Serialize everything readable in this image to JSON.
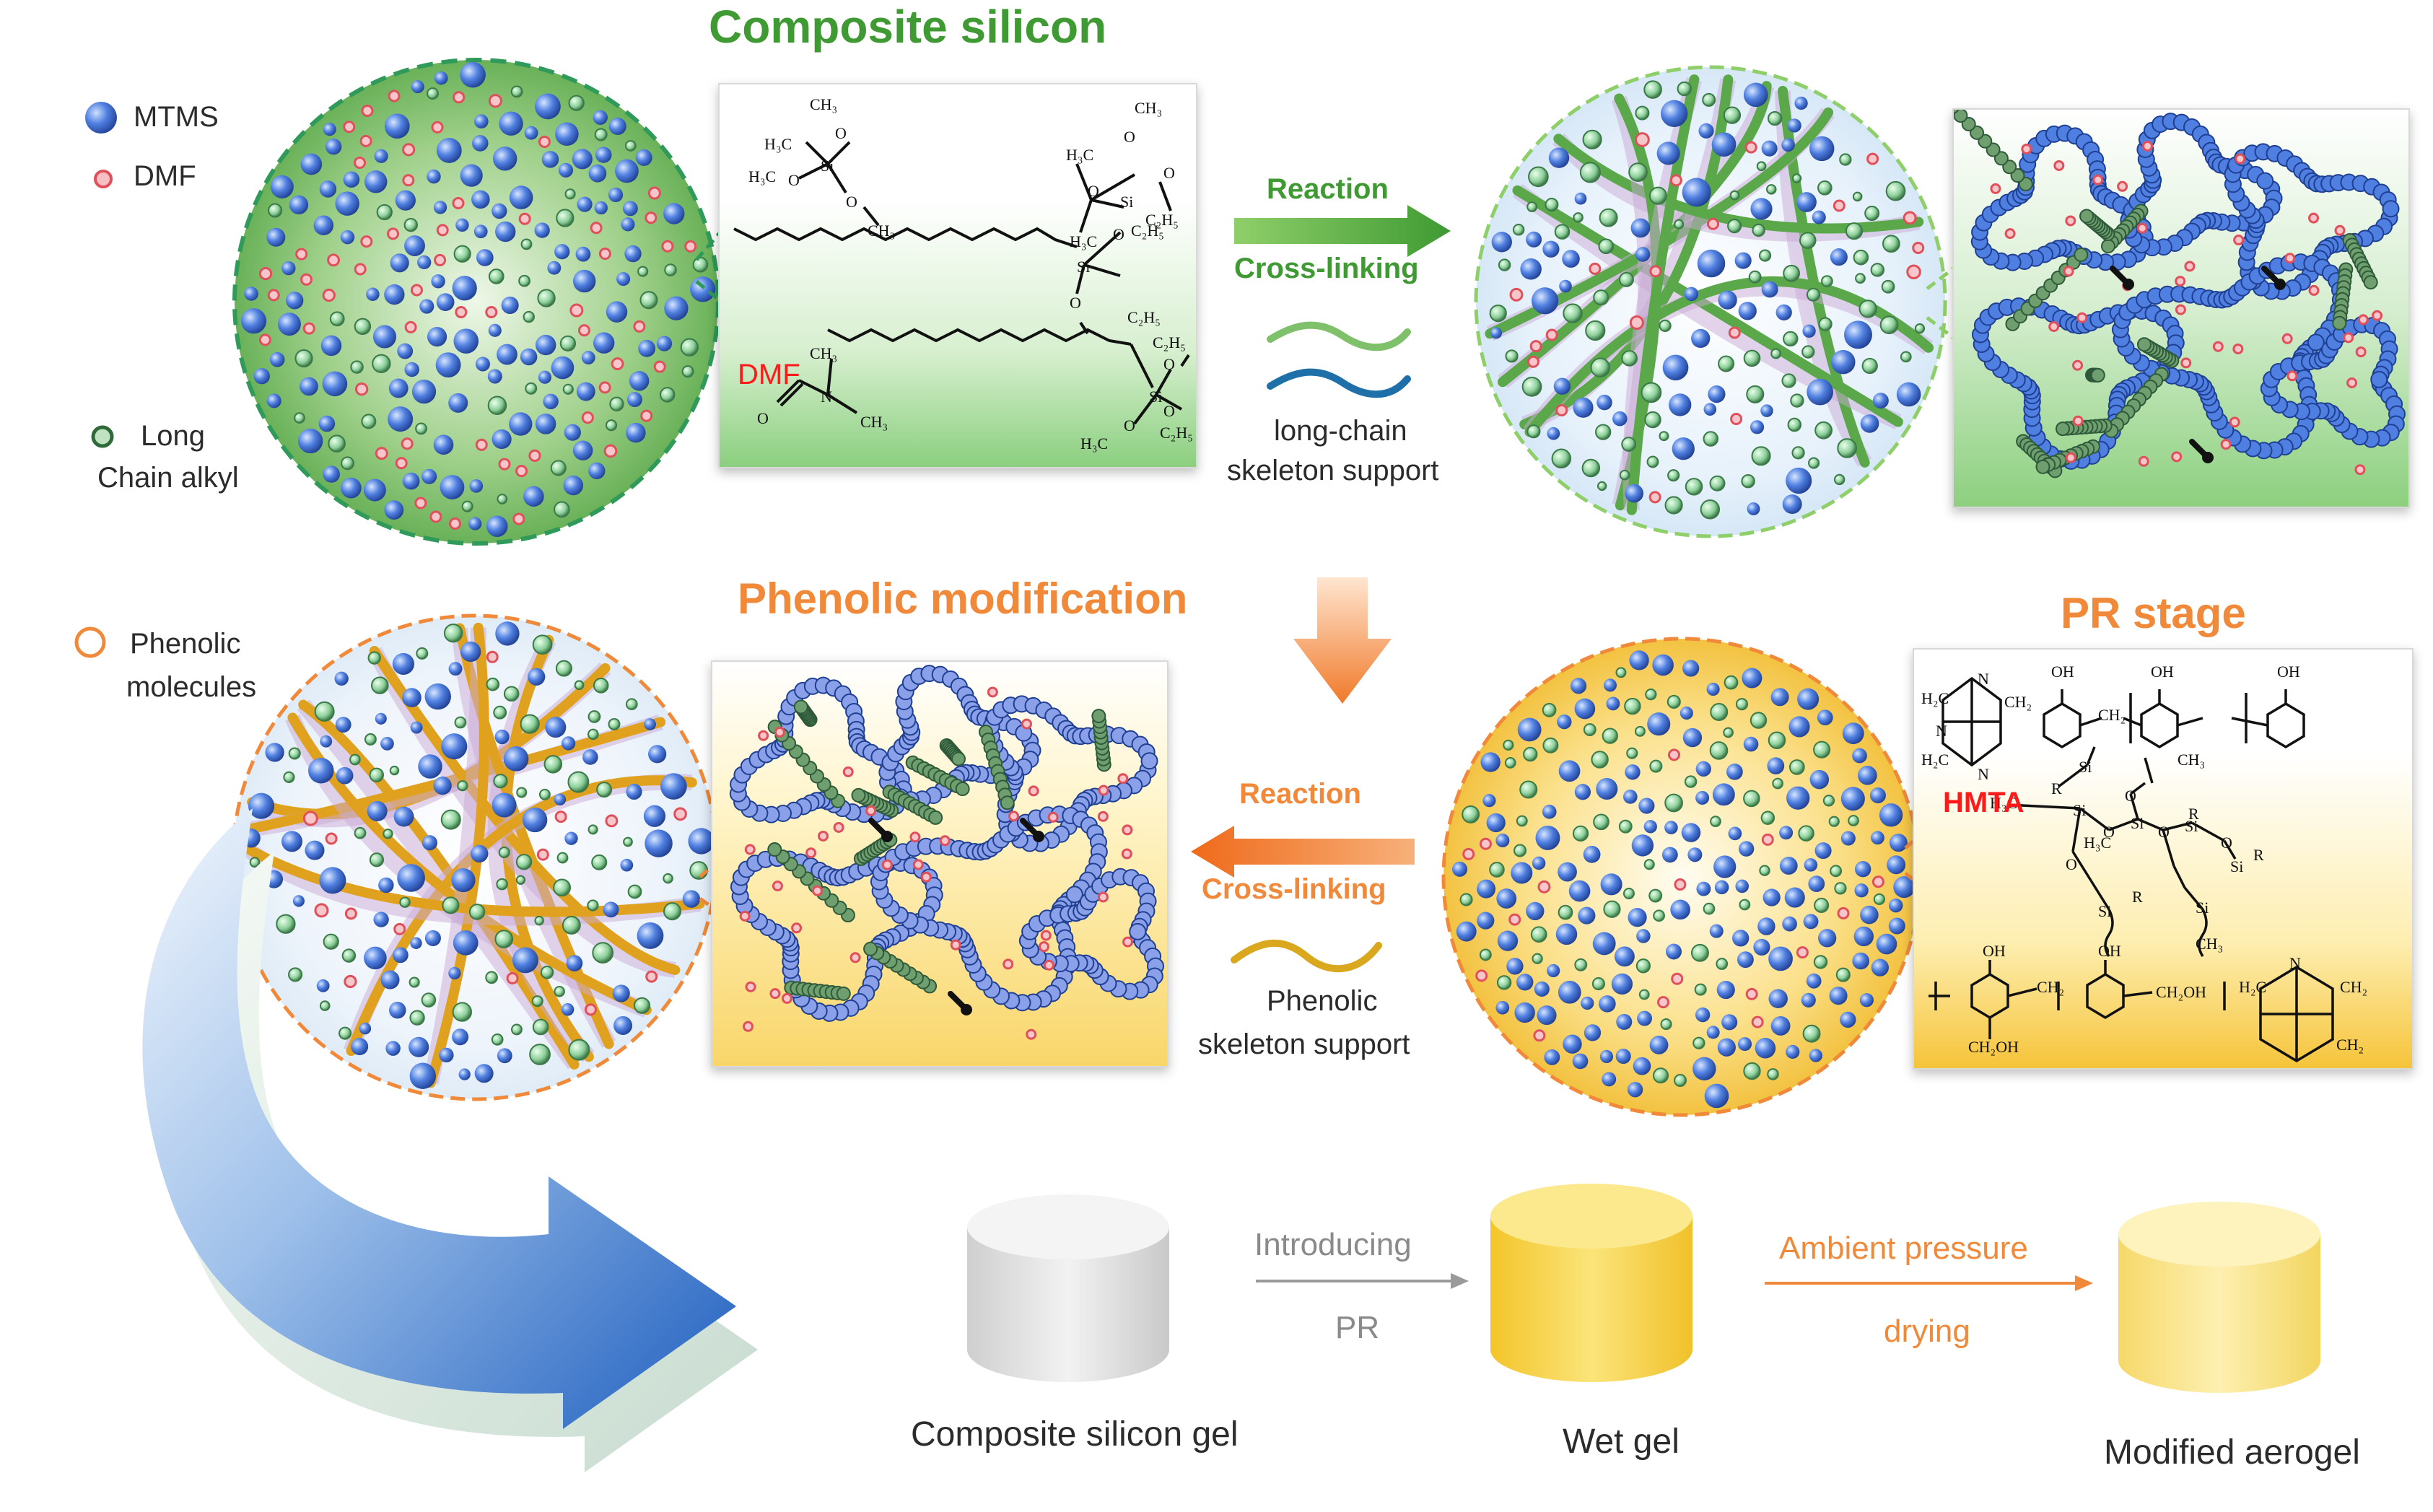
{
  "colors": {
    "green_title": "#3f9a33",
    "orange_title": "#f08a3a",
    "mtms_blue": "#3f6fd6",
    "dmf_red": "#e0505a",
    "alkyl_green": "#4f8f5f",
    "phenolic_orange": "#f08a3a",
    "arrow_green": "#43a33a",
    "arrow_orange": "#f0782a",
    "big_arrow_blue": "#2f6fc8",
    "cyl_gray": "#e6e6e6",
    "cyl_yellow": "#f8da60"
  },
  "titles": {
    "composite_silicon": "Composite silicon",
    "phenolic_modification": "Phenolic modification",
    "pr_stage": "PR stage"
  },
  "legend": {
    "mtms": "MTMS",
    "dmf": "DMF",
    "long_line1": "Long",
    "long_line2": "Chain alkyl",
    "phenolic_line1": "Phenolic",
    "phenolic_line2": "molecules"
  },
  "top_arrow": {
    "line1": "Reaction",
    "line2": "Cross-linking",
    "support_line1": "long-chain",
    "support_line2": "skeleton support"
  },
  "mid_arrow": {
    "line1": "Reaction",
    "line2": "Cross-linking",
    "support_line1": "Phenolic",
    "support_line2": "skeleton support"
  },
  "chem_top": {
    "dmf_label": "DMF",
    "labels": [
      "CH₃",
      "H₃C",
      "O",
      "Si",
      "O",
      "H₃C",
      "O",
      "CH₃",
      "CH₃",
      "O",
      "Si",
      "O",
      "H₃C",
      "H₃C",
      "O",
      "C₂H₅",
      "Si",
      "O",
      "C₂H₅",
      "O",
      "C₂H₅",
      "CH₃",
      "N",
      "O",
      "CH₃",
      "O",
      "C₂H₅",
      "Si",
      "O",
      "H₃C",
      "O",
      "C₂H₅"
    ]
  },
  "chem_pr": {
    "hmta_label": "HMTA",
    "labels": [
      "OH",
      "OH",
      "OH",
      "CH₂",
      "N",
      "H₂C",
      "CH₂",
      "H₂C",
      "N",
      "N",
      "R",
      "Si",
      "CH₃",
      "H₃C",
      "Si",
      "O",
      "O",
      "Si",
      "O",
      "O",
      "H₃C",
      "Si",
      "R",
      "O",
      "R",
      "Si",
      "R",
      "Si",
      "Si",
      "CH₃",
      "OH",
      "OH",
      "CH₂",
      "CH₂OH",
      "CH₂OH",
      "N",
      "H₂C",
      "CH₂",
      "CH₂"
    ]
  },
  "bottom": {
    "gel_label": "Composite silicon gel",
    "introducing": "Introducing",
    "pr": "PR",
    "wet_gel": "Wet gel",
    "ambient": "Ambient pressure",
    "drying": "drying",
    "aerogel": "Modified aerogel"
  }
}
